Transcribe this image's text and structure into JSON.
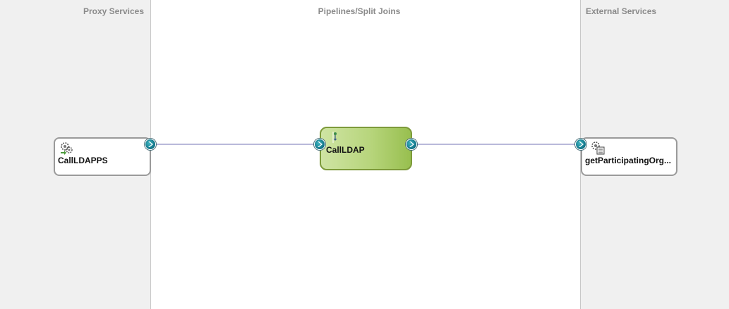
{
  "lanes": {
    "proxy_title": "Proxy Services",
    "pipeline_title": "Pipelines/Split Joins",
    "external_title": "External Services"
  },
  "nodes": {
    "proxy_label": "CallLDAPPS",
    "pipeline_label": "CallLDAP",
    "external_label": "getParticipatingOrg..."
  },
  "icons": {
    "proxy": "gear-cluster-icon",
    "pipeline": "pipeline-flow-icon",
    "external": "business-service-icon",
    "port": "chevron-right-port-icon"
  },
  "colors": {
    "pipeline_fill": "#b7d57c",
    "port": "#0d6e83",
    "wire": "#b9b9da"
  }
}
